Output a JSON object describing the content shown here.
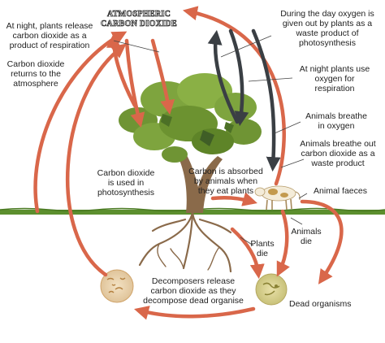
{
  "title": {
    "line1": "ATMOSPHERIC",
    "line2": "CARBON DIOXIDE"
  },
  "labels": {
    "night_release": [
      "At night, plants release",
      "carbon dioxide as a",
      "product of respiration"
    ],
    "returns": [
      "Carbon dioxide",
      "returns to the",
      "atmosphere"
    ],
    "day_oxygen": [
      "During the day oxygen is",
      "given out by plants as a",
      "waste product of",
      "photosynthesis"
    ],
    "night_use": [
      "At night plants use",
      "oxygen for",
      "respiration"
    ],
    "animals_breathe_in": [
      "Animals breathe",
      "in oxygen"
    ],
    "animals_breathe_out": [
      "Animals breathe out",
      "carbon dioxide as a",
      "waste product"
    ],
    "absorbed": [
      "Carbon is absorbed",
      "by animals when",
      "they eat plants"
    ],
    "photosynthesis": [
      "Carbon dioxide",
      "is used in",
      "photosynthesis"
    ],
    "faeces": [
      "Animal faeces"
    ],
    "animals_die": [
      "Animals",
      "die"
    ],
    "plants_die": [
      "Plants",
      "die"
    ],
    "decomposers": [
      "Decomposers release",
      "carbon dioxide as they",
      "decompose dead organise"
    ],
    "dead_organisms": [
      "Dead organisms"
    ]
  },
  "colors": {
    "arrow_co2": "#d9674a",
    "arrow_o2": "#3a3f44",
    "ground": "#5c8f2e",
    "foliage": "#7a9e3c",
    "trunk": "#8a6a4a"
  }
}
